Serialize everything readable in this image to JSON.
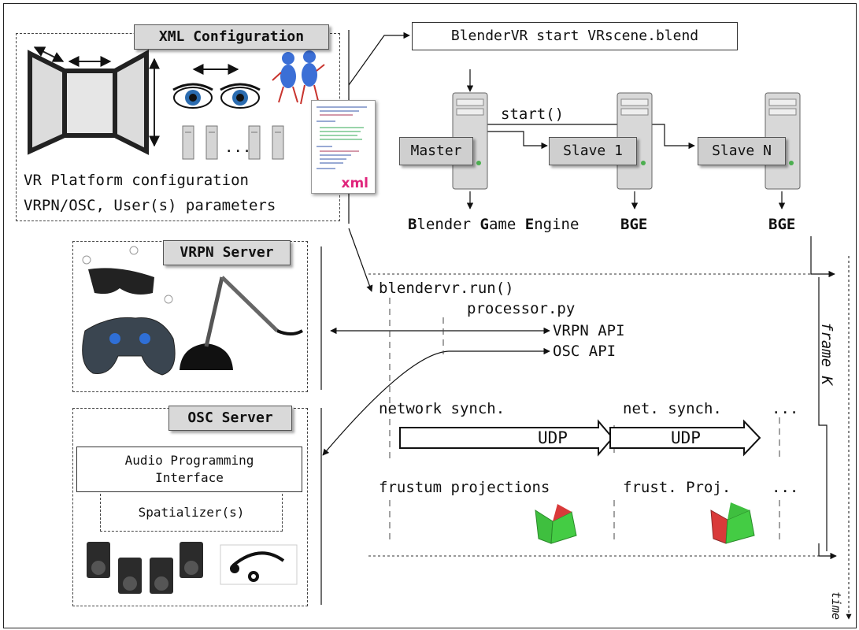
{
  "xml_section": {
    "title": "XML Configuration",
    "line1": "VR Platform configuration",
    "line2": "VRPN/OSC, User(s) parameters",
    "ellipsis": "...",
    "xml_badge": "xml"
  },
  "start_command": "BlenderVR start VRscene.blend",
  "cluster": {
    "start_call": "start()",
    "master": "Master",
    "slave1": "Slave 1",
    "slaveN": "Slave N",
    "bge_full_b": "B",
    "bge_full_rest1": "lender ",
    "bge_full_g": "G",
    "bge_full_rest2": "ame ",
    "bge_full_e": "E",
    "bge_full_rest3": "ngine",
    "bge1": "BGE",
    "bge2": "BGE"
  },
  "vrpn_section": {
    "title": "VRPN Server"
  },
  "osc_section": {
    "title": "OSC Server",
    "api_line1": "Audio Programming",
    "api_line2": "Interface",
    "spatializer": "Spatializer(s)"
  },
  "runtime": {
    "run": "blendervr.run()",
    "processor": "processor.py",
    "vrpn_api": "VRPN API",
    "osc_api": "OSC API",
    "network_synch": "network synch.",
    "net_synch": "net. synch.",
    "dots1": "...",
    "udp1": "UDP",
    "udp2": "UDP",
    "frustum": "frustum projections",
    "frust_proj": "frust. Proj.",
    "dots2": "...",
    "frame": "frame K",
    "time": "time"
  }
}
